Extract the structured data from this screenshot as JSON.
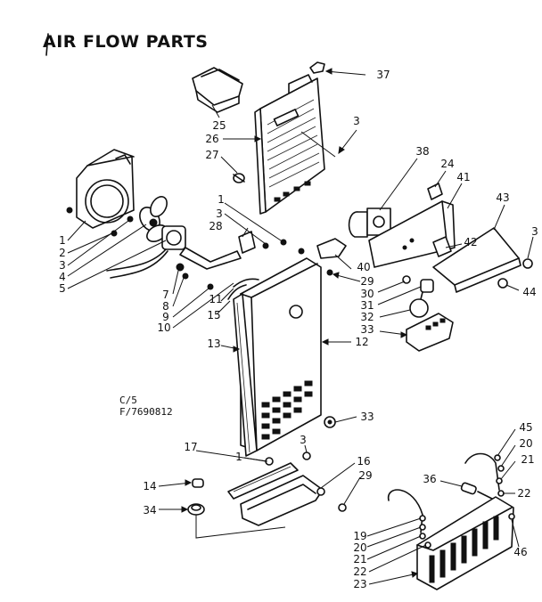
{
  "title": "AIR FLOW PARTS",
  "reference": {
    "line1": "C/5",
    "line2": "F/7690812"
  },
  "callouts": [
    "1",
    "2",
    "3",
    "4",
    "5",
    "7",
    "8",
    "9",
    "10",
    "11",
    "12",
    "13",
    "14",
    "15",
    "16",
    "17",
    "19",
    "20",
    "21",
    "22",
    "23",
    "24",
    "25",
    "26",
    "27",
    "28",
    "29",
    "30",
    "31",
    "32",
    "33",
    "34",
    "36",
    "37",
    "38",
    "40",
    "41",
    "42",
    "43",
    "44",
    "45",
    "46"
  ],
  "ink_color": "#111111",
  "paper_color": "#ffffff"
}
